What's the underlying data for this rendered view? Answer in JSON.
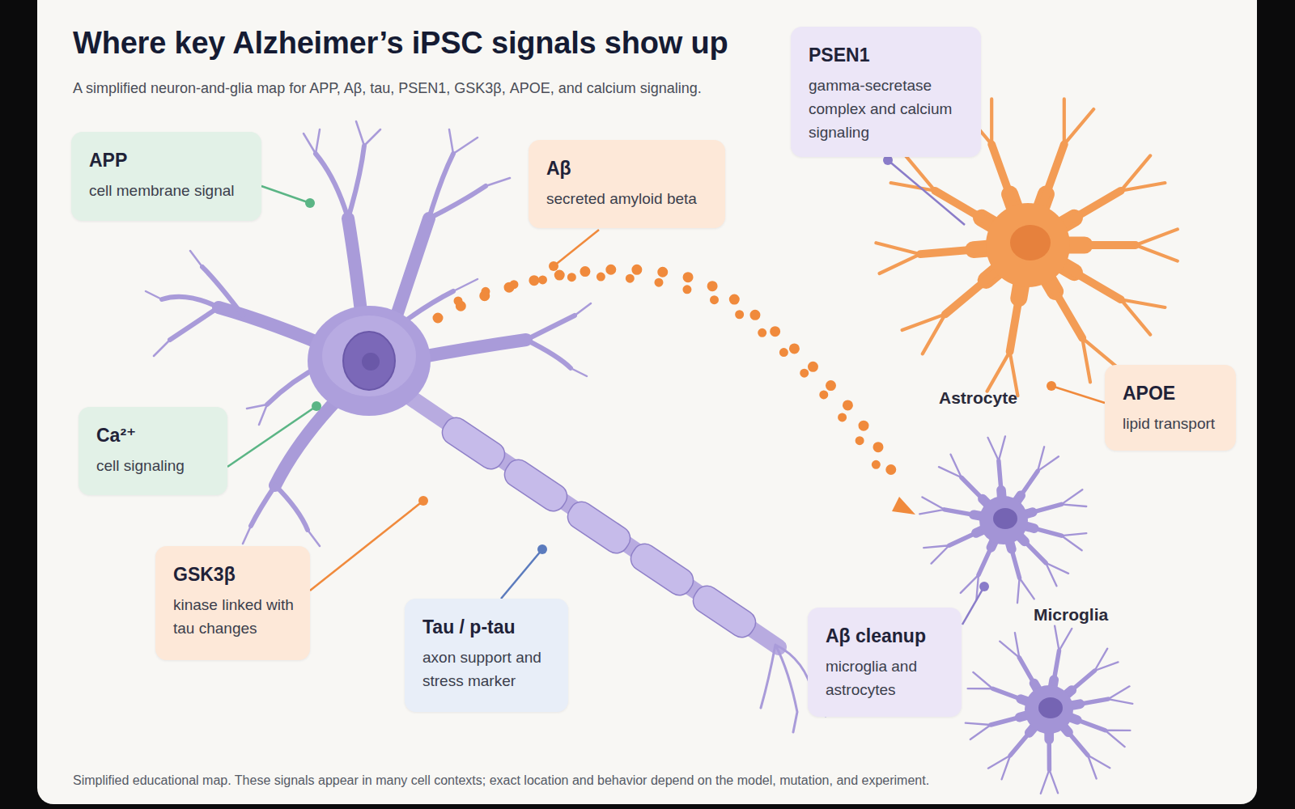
{
  "diagram": {
    "title": "Where key Alzheimer’s iPSC signals show up",
    "caption": "Simplified educational map. These signals appear in many cell contexts; exact location and behavior depend on the model, mutation, and experiment.",
    "nodes": [
      {
        "text": [
          "APP",
          "cell membrane signal"
        ]
      },
      {
        "text": [
          "Aβ",
          "secreted amyloid beta"
        ]
      },
      {
        "text": [
          "PSEN1",
          "gamma-secretase complex and calcium signaling"
        ]
      },
      {
        "text": [
          "Ca²⁺",
          "cell signaling"
        ]
      },
      {
        "text": [
          "APOE",
          "lipid transport"
        ]
      },
      {
        "text": [
          "GSK3β",
          "kinase linked with tau changes"
        ]
      },
      {
        "text": [
          "Tau / p-tau",
          "axon support and stress marker"
        ]
      },
      {
        "text": [
          "Aβ cleanup",
          "microglia and astrocytes"
        ]
      }
    ],
    "labels": [
      "A simplified neuron-and-glia map for APP, Aβ, tau, PSEN1, GSK3β, APOE, and calcium signaling.",
      "Astrocyte",
      "Microglia"
    ]
  }
}
